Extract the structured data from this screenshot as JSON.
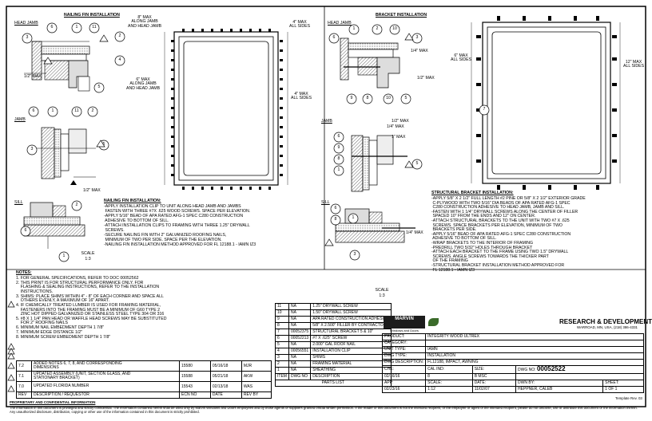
{
  "views": {
    "nail_fin_title": "NAILING FIN INSTALLATION",
    "bracket_title": "BRACKET INSTALLATION",
    "head_jamb_1": "HEAD JAMB",
    "head_jamb_2": "HEAD JAMB",
    "jamb_1": "JAMB",
    "jamb_2": "JAMB",
    "sill_1": "SILL",
    "sill_2": "SILL",
    "scale_1": "SCALE",
    "scale_1_value": "1:3",
    "scale_2": "SCALE",
    "scale_2_value": "1:3"
  },
  "dims": {
    "nf_along_1": "8\" MAX\nALONG JAMB\nAND HEAD JAMB",
    "nf_along_2": "6\" MAX\nALONG JAMB\nAND HEAD JAMB",
    "nf_corners_1": "4\" MAX\nALL SIDES",
    "nf_corners_2": "4\" MAX\nALL SIDES",
    "nf_half_1": "1/2\" MAX",
    "nf_half_2": "1/2\" MAX",
    "br_quarter": "1/4\" MAX",
    "br_half": "1/2\" MAX",
    "br_sides_1": "6\" MAX\nALL SIDES",
    "br_sides_2": "12\" MAX\nALL SIDES",
    "br_jamb_half": "1/2\" MAX",
    "br_jamb_quarter": "1/4\" MAX",
    "br_jamb_1": "1\" MAX",
    "br_sill_quarter": "1/4\" MAX"
  },
  "callouts": {
    "nf_head": [
      "6",
      "1",
      "11",
      "2",
      "3",
      "4",
      "5"
    ],
    "nf_jamb": [
      "6",
      "1",
      "11",
      "2",
      "3",
      "5"
    ],
    "nf_sill": [
      "6",
      "1",
      "2"
    ],
    "br_head": [
      "6",
      "1",
      "2",
      "10",
      "3",
      "9",
      "8",
      "10",
      "5"
    ],
    "br_jamb": [
      "6",
      "9",
      "8",
      "1",
      "5"
    ],
    "br_sill": [
      "6",
      "8",
      "1",
      "3"
    ],
    "br_elev": "7"
  },
  "nail_fin_notes": {
    "title": "NAILING FIN INSTALLATION:",
    "lines": [
      "-APPLY 5/16\" BEAD OF APA RATED AFG-1 SPEC C280 CONSTRUCTION",
      " ADHESIVE TO BOTTOM OF SILL.",
      "-ATTACH INSTALLATION CLIPS TO FRAMING WITH THREE 1.25\" DRYWALL",
      " SCREWS.",
      "-SECURE NAILING FIN WITH 2\" GALVANIZED ROOFING NAILS,",
      " MINIMUM OF TWO PER SIDE. SPACE PER THE ELEVATION.",
      "-NAILING FIN INSTALLATION METHOD APPROVED FOR FL 12188.1 - IAMN IZ3"
    ],
    "pre_line_1": "-APPLY INSTALLATION CLIP TO UNIT ALONG HEAD JAMB AND JAMBS",
    "pre_line_2": " FASTEN WITH THREE #7X .625 WOOD SCREWS. SPACE PER ELEVATION."
  },
  "bracket_notes": {
    "title": "STRUCTURAL BRACKET INSTALLATION:",
    "lines": [
      "-APPLY 5/8\" X 2 1/2\" FULL LENGTH #2 PINE OR 5/8\" X 2 1/2\" EXTERIOR GRADE",
      " C-PLYWOOD WITH TWO 5/16\" DIA BEADS OF APA RATED AFG-1 SPEC",
      " C280 CONSTRUCTION ADHESIVE TO HEAD JAMB, JAMB AND SILL.",
      "-FASTEN WITH 1 1/4\" DRYWALL SCREWS ALONG THE CENTER OF FILLER",
      " SPACED 10\" FROM THE ENDS AND 12\" ON CENTER.",
      "-ATTACH STRUCTURAL BRACKETS TO THE UNIT WITH TWO #7 X .625",
      " SCREWS. SPACE BRACKETS PER ELEVATION, MINIMUM OF TWO",
      " BRACKETS PER SIDE.",
      "-APPLY 5/16\" BEAD OF APA RATED AFG-1 SPEC C280 CONSTRUCTION",
      " ADHESIVE TO BOTTOM OF SILL.",
      "-WRAP BRACKETS TO THE INTERIOR OF FRAMING",
      "-PREDRILL TWO 5/32\" HOLES THROUGH BRACKET",
      "-ATTACH EACH BRACKET TO THE FRAME USING TWO 1.5\" DRYWALL",
      " SCREWS. ANGLE SCREWS TOWARDS THE THICKER PART",
      " OF THE FRAMING",
      "-STRUCTURAL BRACKET INSTALLATION METHOD APPROVED FOR",
      " FL 12188.1 - IAMN IZ3"
    ]
  },
  "notes": {
    "title": "NOTES:",
    "items": [
      {
        "n": "1.",
        "text": "FOR GENERAL SPECIFICATIONS, REFER TO DOC 00052562"
      },
      {
        "n": "2.",
        "text": "THIS PRINT IS FOR STRUCTURAL PERFORMANCE ONLY. FOR\n    FLASHING & SEALING INSTRUCTIONS, REFER TO THE INSTALLATION\n    INSTRUCTIONS."
      },
      {
        "n": "3.",
        "text": "SHIMS: PLACE SHIMS WITHIN 4\" - 8\" OF EACH CORNER AND SPACE ALL\n    OTHERS EVENLY, A MAXIMUM OF 16\" APART."
      },
      {
        "n": "4.",
        "text": "IF CHEMICALLY TREATED LUMBER IS USED FOR FRAMING MATERIAL,\n    FASTENERS INTO THE FRAMING MUST BE A MINIMUM OF G60 TYPE 2\n    ZINC HOT DIPPED GALVANIZED OR STAINLESS STEEL TYPE 304 OR 316"
      },
      {
        "n": "5.",
        "text": "#8 X 1 1/4\" PAN HEAD OR WAFFLE HEAD SCREWS MAY BE SUBSTITUTED\n    FOR 2\" ROOFING NAILS"
      },
      {
        "n": "6.",
        "text": "MINIMUM NAIL EMBEDMENT DEPTH 1 7/8\""
      },
      {
        "n": "7.",
        "text": "MINIMUM EDGE DISTANCE 1/2\""
      },
      {
        "n": "8.",
        "text": "MINIMUM SCREW EMBEDMENT DEPTH 1 7/8\""
      }
    ]
  },
  "revisions": {
    "rows": [
      {
        "rev": "7.2",
        "desc": "ADDED NOTES 6, 7, 8, AND CORRESPONDING\nDIMENSIONS",
        "ecn": "15580",
        "date": "05/16/18",
        "by": "MJR"
      },
      {
        "rev": "7.1",
        "desc": "UPDATED ASSEMBLY (UNIT, SECTION GLASS, AND\nSTATIONARY BRACKET)",
        "ecn": "15588",
        "date": "05/21/18",
        "by": "AKW"
      },
      {
        "rev": "7.0",
        "desc": "UPDATED FLORIDA NUMBER",
        "ecn": "15543",
        "date": "02/13/18",
        "by": "WAS"
      }
    ],
    "headers": [
      "REV",
      "DESCRIPTION / REQUESTOR",
      "ECN NO",
      "DATE",
      "REV BY"
    ]
  },
  "parts": {
    "rows": [
      {
        "item": "11",
        "dwg": "NA",
        "desc": "1.25\" DRYWALL SCREW"
      },
      {
        "item": "10",
        "dwg": "NA",
        "desc": "1.50\" DRYWALL SCREW"
      },
      {
        "item": "9",
        "dwg": "NA",
        "desc": "APA RATED CONSTRUCTION ADHESIVE"
      },
      {
        "item": "8",
        "dwg": "NA",
        "desc": "5/8\" X 2.500\" FILLER BY CONTRACTOR"
      },
      {
        "item": "7",
        "dwg": "00052375",
        "desc": "STRUCTURAL BRACKET 5 & 10\""
      },
      {
        "item": "6",
        "dwg": "00052213",
        "desc": "#7 X .625\" SCREW"
      },
      {
        "item": "5",
        "dwg": "NA",
        "desc": "2.000\" GAL ROOF NAIL"
      },
      {
        "item": "4",
        "dwg": "00056551",
        "desc": "INSTALLATION CLIP"
      },
      {
        "item": "3",
        "dwg": "NA",
        "desc": "SHIMS"
      },
      {
        "item": "2",
        "dwg": "NA",
        "desc": "FRAMING MATERIAL"
      },
      {
        "item": "1",
        "dwg": "NA",
        "desc": "SHEATHING"
      }
    ],
    "headers": [
      "ITEM",
      "DWG NO",
      "DESCRIPTION"
    ],
    "footer": "PARTS LIST"
  },
  "title_block": {
    "logo": "MARVIN",
    "logo_sub": "Windows and Doors",
    "dept": "RESEARCH & DEVELOPMENT",
    "address": "WARROAD, MN, USA, (218) 386-4331",
    "product_label": "PRODUCT:",
    "product": "INTEGRITY WOOD ULTREX",
    "category_label": "CATEGORY:",
    "category": "",
    "unit_type_label": "UNIT TYPE:",
    "unit_type": "IAMN",
    "dwg_type_label": "DWG TYPE:",
    "dwg_type": "INSTALLATION",
    "dwg_desc_label": "DWG DESCRIPTION:",
    "dwg_desc": "FL12188, IMPACT, AWNING",
    "chk_label": "CHK:",
    "chk_date": "02/16/16",
    "app_label": "APP:",
    "app_date": "02/23/16",
    "cal_label": "CAL IND:",
    "cal": "8",
    "size_label": "SIZE:",
    "size": "B",
    "size_sub": "MSC",
    "scale_label": "SCALE:",
    "scale": "1:12",
    "dwg_no_label": "DWG NO:",
    "dwg_no": "00052522",
    "date_label": "DATE:",
    "date": "11/02/07",
    "dwn_label": "DWN BY:",
    "dwn": "HEPPNER, CALEB",
    "sheet_label": "SHEET:",
    "sheet": "1 OF 1",
    "template": "Template Rev. 03"
  },
  "legal": {
    "title": "PROPRIETARY AND CONFIDENTIAL INFORMATION",
    "text": "The information in this document is privileged and strictly confidential. The information contained herein shall be used only by Marvin Windows and Doors employees and by those agents or suppliers granted official written permission. If the reader of this document is not the intended recipient, or the employee or agent of the intended recipient, please do not disclose, use or distribute this document or the information therein. Any unauthorized disclosure, distribution, copying or other use of the information contained in this document is strictly prohibited."
  }
}
